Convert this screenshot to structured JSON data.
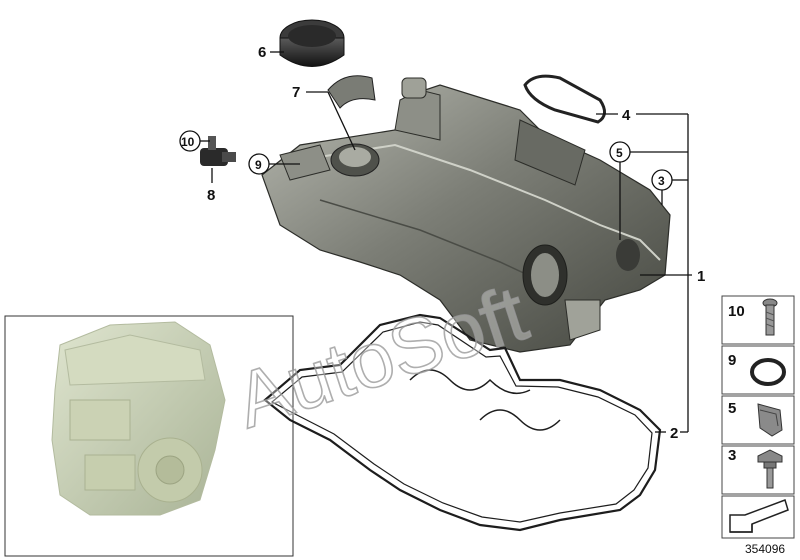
{
  "watermark": "AutoSoft",
  "diagram_number": "354096",
  "callouts": {
    "c1": "1",
    "c2": "2",
    "c3": "3",
    "c4": "4",
    "c5": "5",
    "c6": "6",
    "c7": "7",
    "c8": "8",
    "c9": "9",
    "c10": "10"
  },
  "legend": [
    {
      "number": "10",
      "part": "bolt-icon"
    },
    {
      "number": "9",
      "part": "o-ring-icon"
    },
    {
      "number": "5",
      "part": "clip-icon"
    },
    {
      "number": "3",
      "part": "screw-icon"
    },
    {
      "number": "",
      "part": "arrow-icon"
    }
  ],
  "colors": {
    "cover_body": "#6d6f67",
    "cover_light": "#a9aba2",
    "cover_dark": "#3e403b",
    "gasket": "#222222",
    "engine_thumb": "#c9d1b7"
  }
}
